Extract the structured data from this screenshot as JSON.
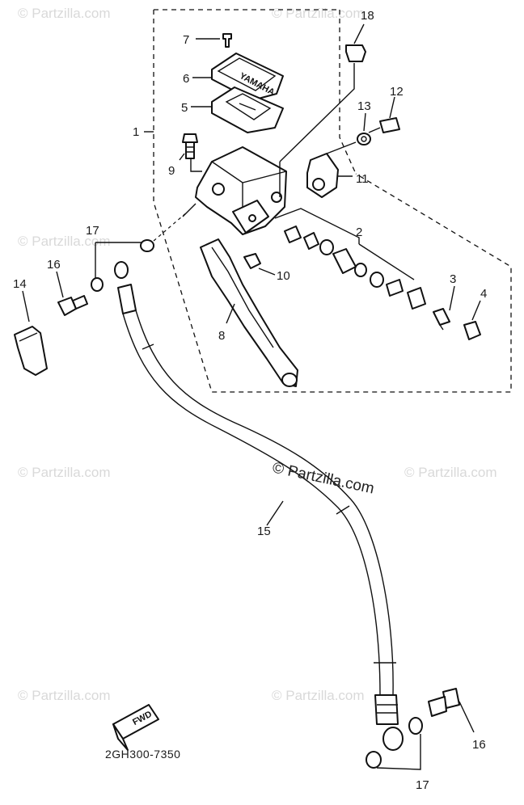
{
  "watermark": "© Partzilla.com",
  "diagram_code": "2GH300-7350",
  "fwd_label": "FWD",
  "brand_mark": "YAMAHA",
  "callouts": {
    "n1": "1",
    "n2": "2",
    "n3": "3",
    "n4": "4",
    "n5": "5",
    "n6": "6",
    "n7": "7",
    "n8": "8",
    "n9": "9",
    "n10": "10",
    "n11": "11",
    "n12": "12",
    "n13": "13",
    "n14": "14",
    "n15": "15",
    "n16a": "16",
    "n16b": "16",
    "n17a": "17",
    "n17b": "17",
    "n18": "18"
  }
}
